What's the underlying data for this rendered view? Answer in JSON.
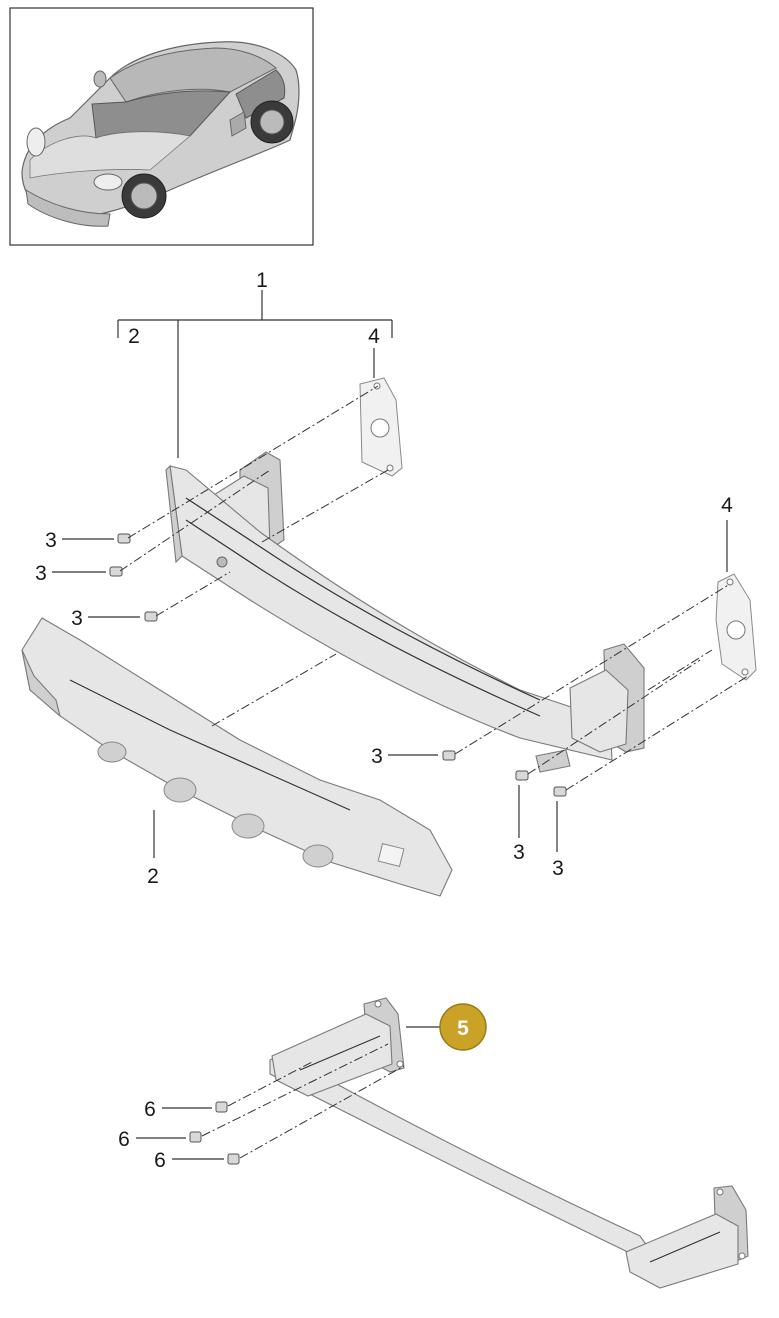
{
  "diagram": {
    "thumbnail": {
      "icon": "car-illustration"
    },
    "callouts": {
      "c1": "1",
      "c2_top": "2",
      "c2_bottom": "2",
      "c3_a": "3",
      "c3_b": "3",
      "c3_c": "3",
      "c3_d": "3",
      "c3_e": "3",
      "c3_f": "3",
      "c4_top": "4",
      "c4_right": "4",
      "c5": "5",
      "c6_a": "6",
      "c6_b": "6",
      "c6_c": "6"
    },
    "colors": {
      "highlight_badge": "#c9a227",
      "part_fill": "#e6e6e6",
      "line": "#333333"
    }
  }
}
